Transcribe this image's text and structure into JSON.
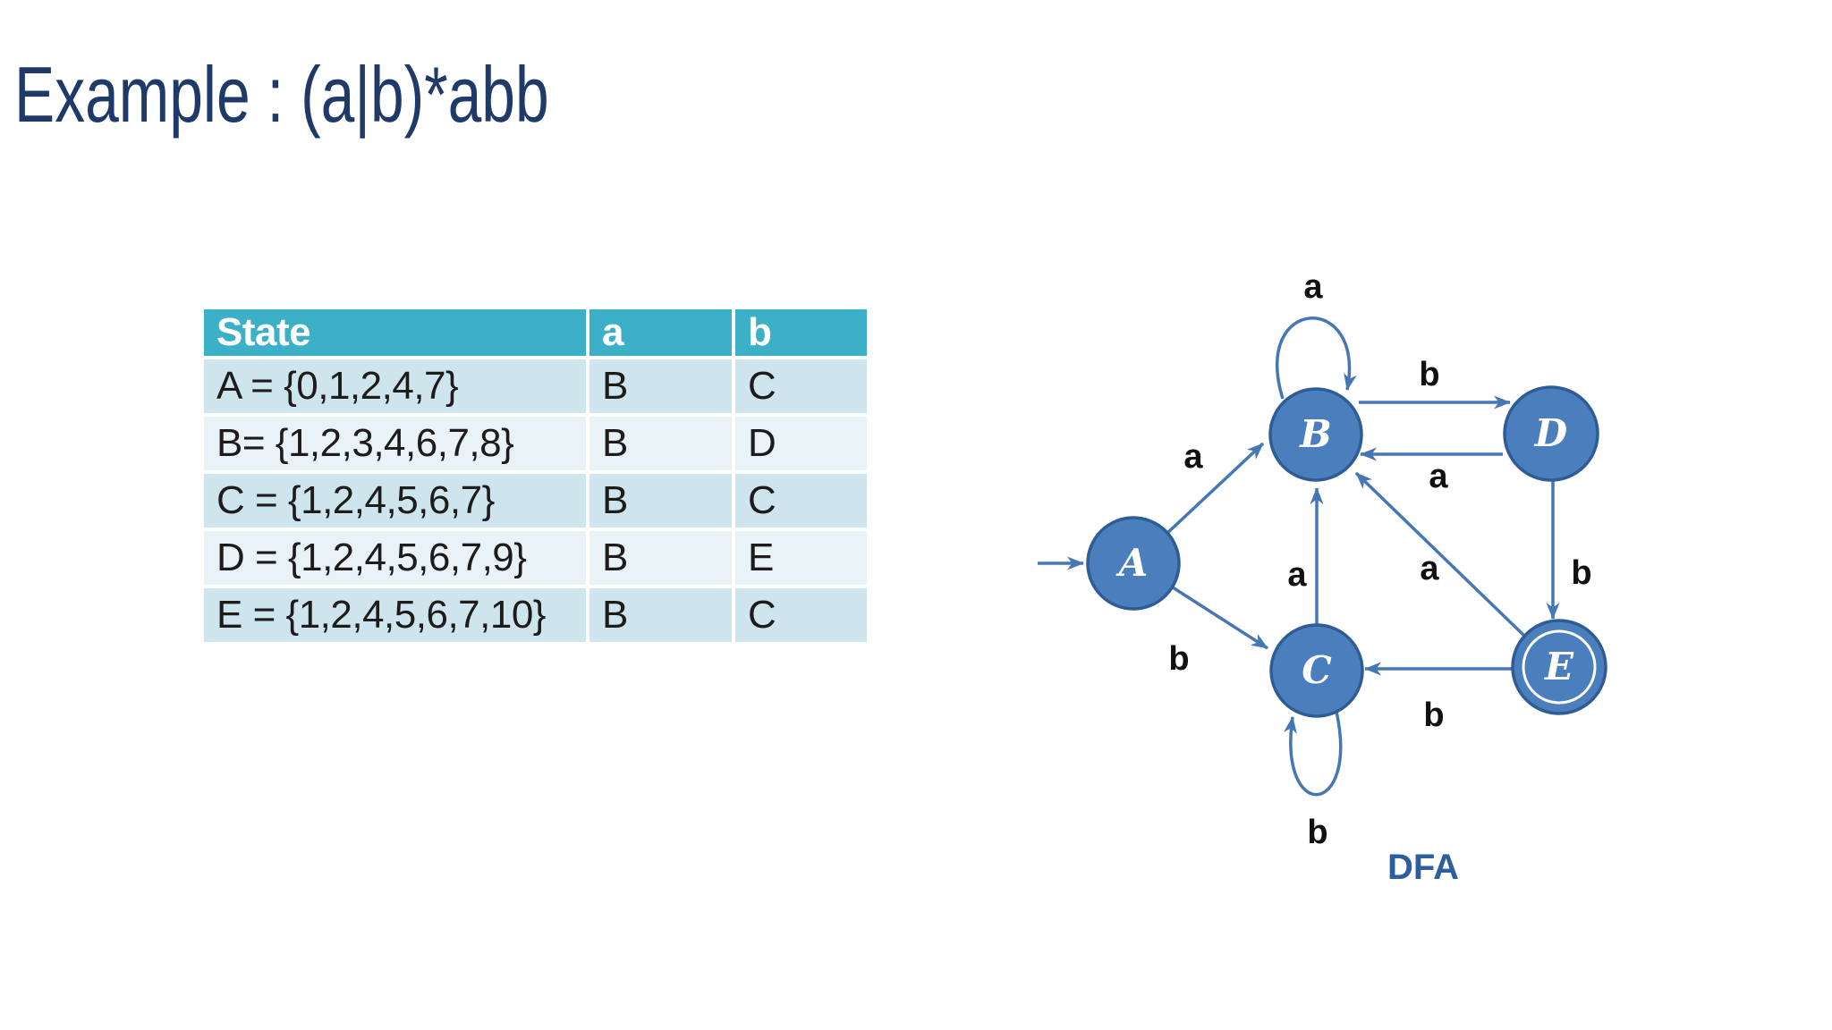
{
  "title": "Example : (a|b)*abb",
  "table": {
    "headers": [
      "State",
      "a",
      "b"
    ],
    "rows": [
      {
        "state": "A = {0,1,2,4,7}",
        "a": "B",
        "b": "C"
      },
      {
        "state": "B= {1,2,3,4,6,7,8}",
        "a": "B",
        "b": "D"
      },
      {
        "state": "C = {1,2,4,5,6,7}",
        "a": "B",
        "b": "C"
      },
      {
        "state": "D = {1,2,4,5,6,7,9}",
        "a": "B",
        "b": "E"
      },
      {
        "state": "E = {1,2,4,5,6,7,10}",
        "a": "B",
        "b": "C"
      }
    ]
  },
  "diagram": {
    "caption": "DFA",
    "start_state": "A",
    "accepting_state": "E",
    "states": [
      {
        "label": "A"
      },
      {
        "label": "B"
      },
      {
        "label": "C"
      },
      {
        "label": "D"
      },
      {
        "label": "E"
      }
    ],
    "edge_labels": {
      "b_self_loop": "a",
      "b_to_d": "b",
      "d_to_b": "a",
      "a_to_b": "a",
      "c_to_b": "a",
      "e_to_b": "a",
      "d_to_e": "b",
      "a_to_c": "b",
      "e_to_c": "b",
      "c_self_loop": "b"
    },
    "colors": {
      "node_fill": "#4A7EBD",
      "node_border": "#2E5C95",
      "arrow": "#4577B5",
      "header_teal": "#3BB0C7",
      "row_light": "#E9F2F7",
      "row_dark": "#CFE5EE",
      "title_navy": "#1F3A68",
      "caption_blue": "#2D5F9E"
    }
  }
}
